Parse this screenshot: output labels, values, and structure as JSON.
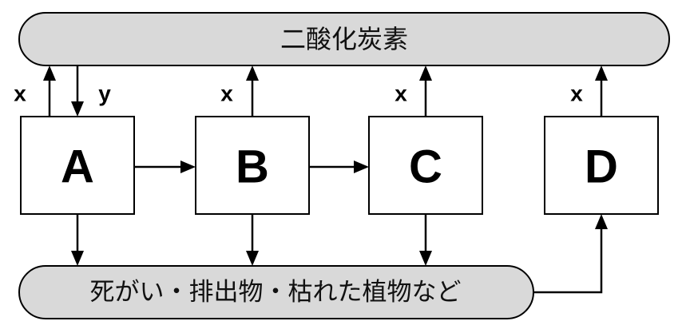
{
  "top_bar": {
    "label": "二酸化炭素"
  },
  "bottom_bar": {
    "label": "死がい・排出物・枯れた植物など"
  },
  "boxes": {
    "a": "A",
    "b": "B",
    "c": "C",
    "d": "D"
  },
  "flow_labels": {
    "x": "x",
    "y": "y"
  }
}
